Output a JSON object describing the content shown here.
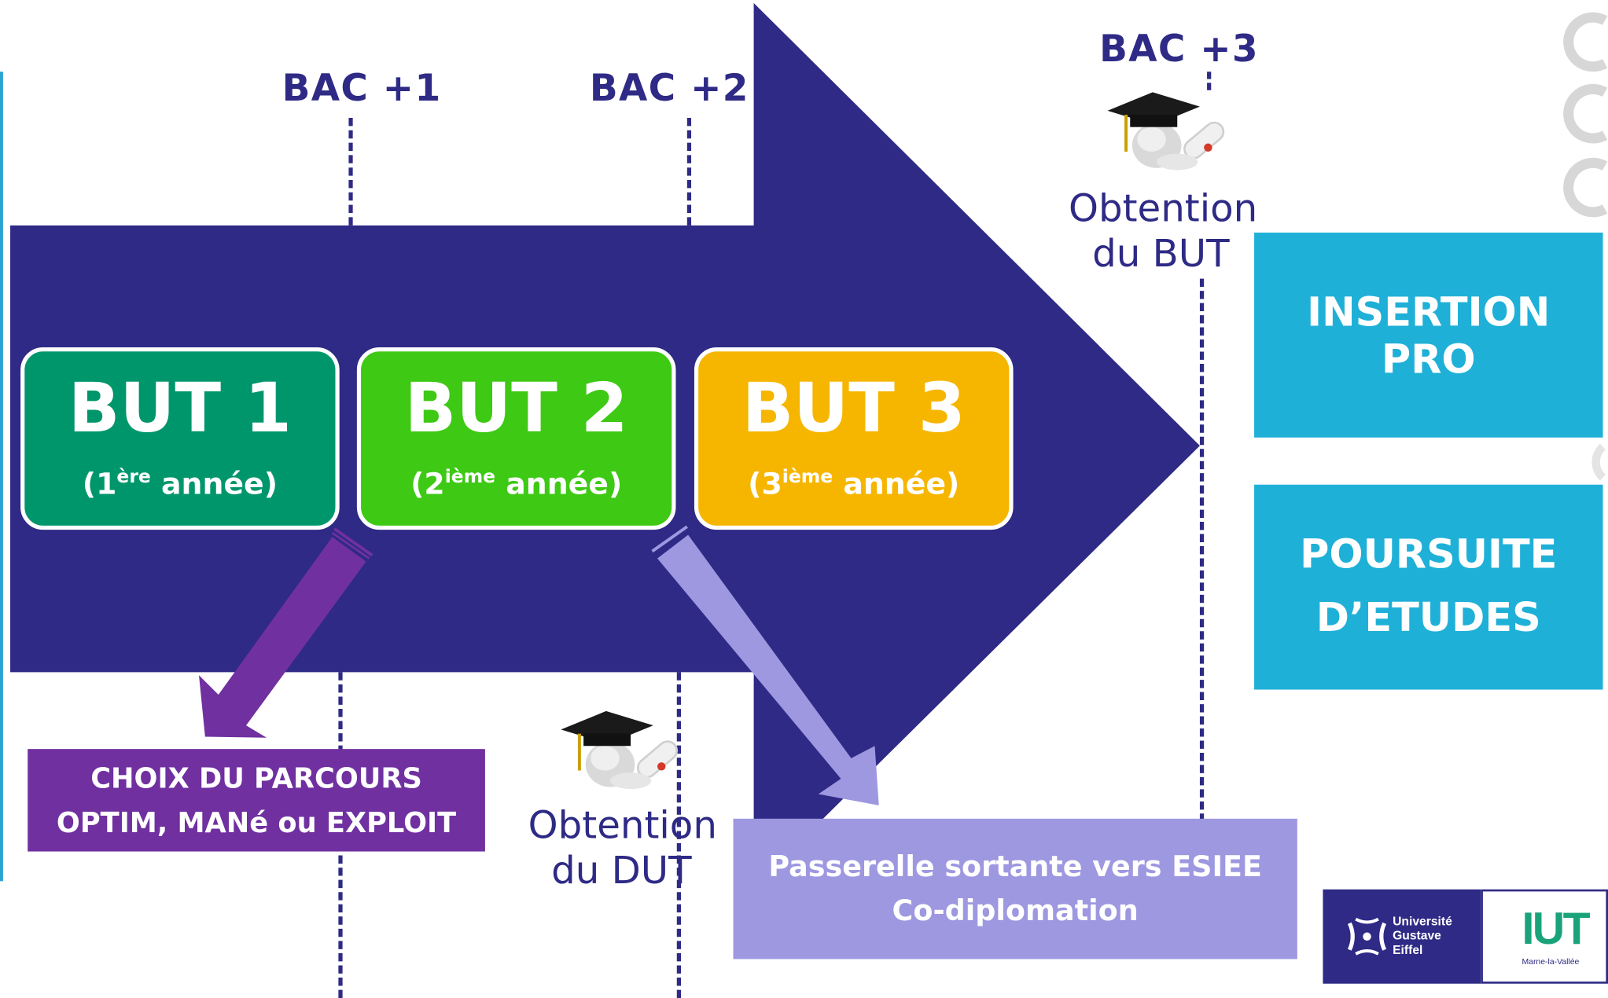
{
  "timeline": {
    "milestones": [
      "BAC +1",
      "BAC +2",
      "BAC +3"
    ]
  },
  "years": [
    {
      "title": "BUT 1",
      "ordinal": "1",
      "suffix": "ère",
      "word": "année",
      "color": "#00966c"
    },
    {
      "title": "BUT 2",
      "ordinal": "2",
      "suffix": "ième",
      "word": "année",
      "color": "#3ec914"
    },
    {
      "title": "BUT 3",
      "ordinal": "3",
      "suffix": "ième",
      "word": "année",
      "color": "#f6b600"
    }
  ],
  "graduation": {
    "but_line1": "Obtention",
    "but_line2": "du BUT",
    "dut_line1": "Obtention",
    "dut_line2": "du DUT"
  },
  "outcomes": {
    "insertion_line1": "INSERTION",
    "insertion_line2": "PRO",
    "poursuite_line1": "POURSUITE",
    "poursuite_line2": "D’ETUDES"
  },
  "parcours": {
    "line1": "CHOIX DU PARCOURS",
    "line2": "OPTIM, MANé ou EXPLOIT"
  },
  "passerelle": {
    "line1": "Passerelle sortante vers ESIEE",
    "line2": "Co-diplomation"
  },
  "logos": {
    "university_line1": "Université",
    "university_line2": "Gustave",
    "university_line3": "Eiffel",
    "iut": "IUT",
    "iut_sub": "Marne-la-Vallée"
  },
  "colors": {
    "arrow": "#2e2a85",
    "cyan": "#1fb0d8",
    "purple": "#7030a0",
    "lavender": "#9d98e0"
  }
}
